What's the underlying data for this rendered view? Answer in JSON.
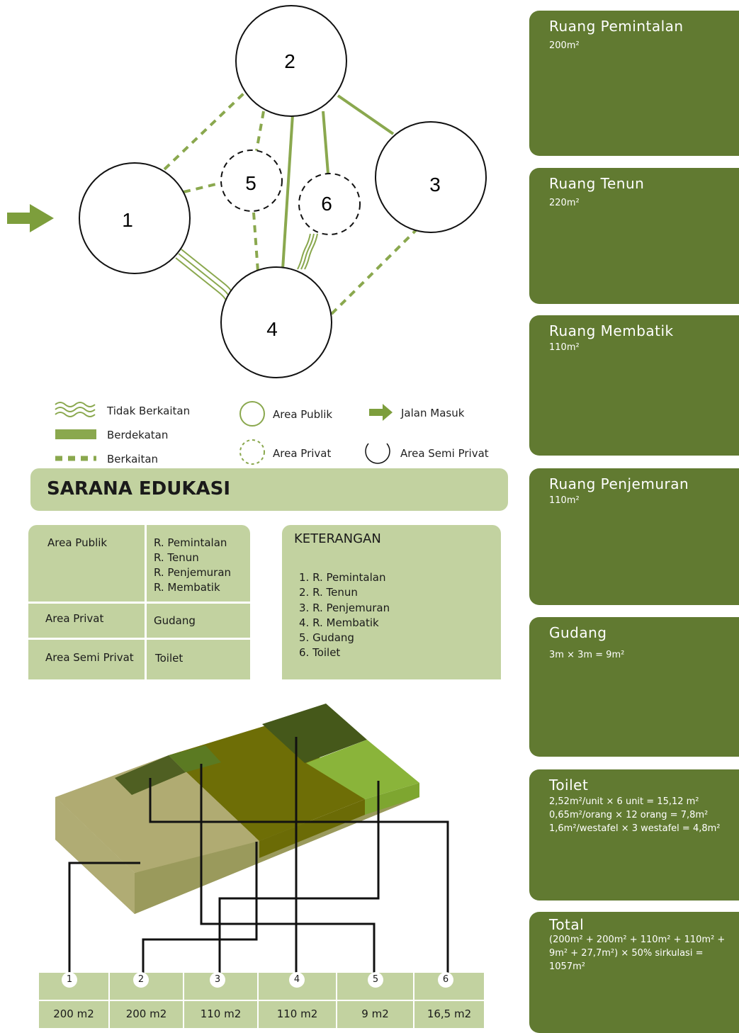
{
  "bubbles": [
    {
      "id": "1",
      "label": "1",
      "type": "public"
    },
    {
      "id": "2",
      "label": "2",
      "type": "public"
    },
    {
      "id": "3",
      "label": "3",
      "type": "public"
    },
    {
      "id": "4",
      "label": "4",
      "type": "public"
    },
    {
      "id": "5",
      "label": "5",
      "type": "private"
    },
    {
      "id": "6",
      "label": "6",
      "type": "private"
    }
  ],
  "relations": [
    {
      "from": "1",
      "to": "2",
      "kind": "berkaitan"
    },
    {
      "from": "2",
      "to": "5",
      "kind": "berkaitan"
    },
    {
      "from": "1",
      "to": "5",
      "kind": "berkaitan"
    },
    {
      "from": "2",
      "to": "3",
      "kind": "berdekatan"
    },
    {
      "from": "2",
      "to": "4",
      "kind": "berdekatan"
    },
    {
      "from": "2",
      "to": "6",
      "kind": "berdekatan"
    },
    {
      "from": "5",
      "to": "4",
      "kind": "berkaitan"
    },
    {
      "from": "3",
      "to": "4",
      "kind": "berkaitan"
    },
    {
      "from": "1",
      "to": "4",
      "kind": "tidak-berkaitan"
    },
    {
      "from": "6",
      "to": "4",
      "kind": "tidak-berkaitan"
    }
  ],
  "legend": {
    "tidak_berkaitan": "Tidak Berkaitan",
    "berdekatan": "Berdekatan",
    "berkaitan": "Berkaitan",
    "area_publik": "Area Publik",
    "area_privat": "Area Privat",
    "jalan_masuk": "Jalan Masuk",
    "area_semi_privat": "Area Semi Privat"
  },
  "title": "SARANA EDUKASI",
  "zones": [
    {
      "zone": "Area Publik",
      "rooms": [
        "R. Pemintalan",
        "R. Tenun",
        "R. Penjemuran",
        "R. Membatik"
      ]
    },
    {
      "zone": "Area Privat",
      "rooms": [
        "Gudang"
      ]
    },
    {
      "zone": "Area Semi Privat",
      "rooms": [
        "Toilet"
      ]
    }
  ],
  "keterangan": {
    "title": "KETERANGAN",
    "items": [
      "1. R. Pemintalan",
      "2. R. Tenun",
      "3. R. Penjemuran",
      "4. R. Membatik",
      "5. Gudang",
      "6. Toilet"
    ]
  },
  "blocks": [
    {
      "num": "1",
      "area": "200 m2"
    },
    {
      "num": "2",
      "area": "200 m2"
    },
    {
      "num": "3",
      "area": "110 m2"
    },
    {
      "num": "4",
      "area": "110 m2"
    },
    {
      "num": "5",
      "area": "9 m2"
    },
    {
      "num": "6",
      "area": "16,5 m2"
    }
  ],
  "rooms_panel": [
    {
      "name": "Ruang Pemintalan",
      "detail": "200m²"
    },
    {
      "name": "Ruang Tenun",
      "detail": "220m²"
    },
    {
      "name": "Ruang Membatik",
      "detail": "110m²"
    },
    {
      "name": "Ruang Penjemuran",
      "detail": "110m²"
    },
    {
      "name": "Gudang",
      "detail": "3m × 3m = 9m²"
    },
    {
      "name": "Toilet",
      "detail": "2,52m²/unit × 6 unit = 15,12 m²\n0,65m²/orang × 12 orang = 7,8m²\n1,6m²/westafel × 3 westafel = 4,8m²"
    },
    {
      "name": "Total",
      "detail": "(200m² + 200m² + 110m² + 110m² + 9m² + 27,7m²) × 50% sirkulasi = 1057m²"
    }
  ],
  "colors": {
    "panel": "#617a31",
    "light_green": "#c2d2a0",
    "line_green": "#8aa84e",
    "arrow_green": "#7d9e3c"
  }
}
